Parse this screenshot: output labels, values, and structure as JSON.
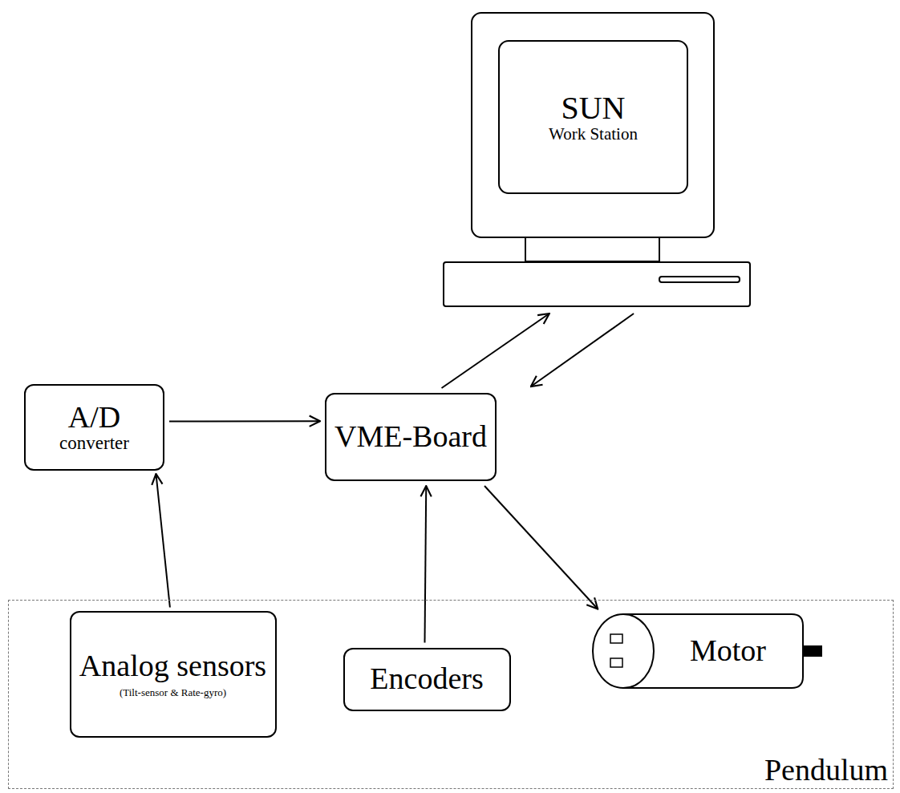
{
  "diagram": {
    "nodes": [
      {
        "text": [
          "SUN",
          "Work Station"
        ]
      },
      {
        "text": [
          "A/D",
          "converter"
        ]
      },
      {
        "text": [
          "VME-Board"
        ]
      },
      {
        "text": [
          "Pendulum"
        ]
      },
      {
        "text": [
          "Analog sensors",
          "(Tilt-sensor & Rate-gyro)"
        ],
        "in": 3
      },
      {
        "text": [
          "Encoders"
        ],
        "in": 3
      },
      {
        "text": [
          "Motor"
        ],
        "in": 3
      }
    ],
    "edges": [
      {
        "from": 4,
        "to": 1,
        "arrow": "to"
      },
      {
        "from": 1,
        "to": 2,
        "arrow": "to"
      },
      {
        "from": 5,
        "to": 2,
        "arrow": "to"
      },
      {
        "from": 2,
        "to": 6,
        "arrow": "to"
      },
      {
        "from": 2,
        "to": 0,
        "arrow": "to"
      },
      {
        "from": 0,
        "to": 2,
        "arrow": "to"
      }
    ]
  }
}
